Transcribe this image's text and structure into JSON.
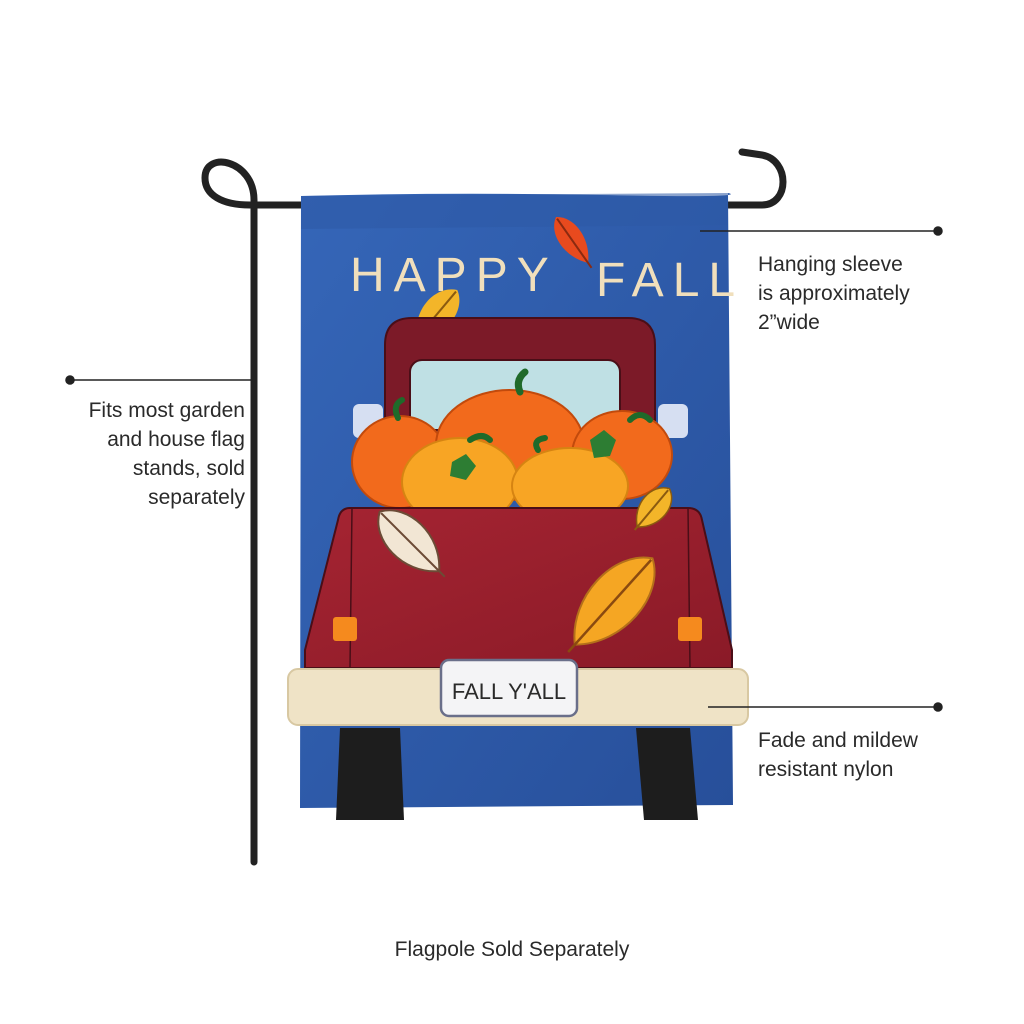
{
  "flag": {
    "headline_word_1": "HAPPY",
    "headline_word_2": "FALL",
    "license_plate": "FALL Y'ALL"
  },
  "callouts": {
    "stand": [
      "Fits most garden",
      "and house flag",
      "stands, sold",
      "separately"
    ],
    "sleeve": [
      "Hanging sleeve",
      "is approximately",
      "2”wide"
    ],
    "nylon": [
      "Fade and mildew",
      "resistant nylon"
    ]
  },
  "footer": {
    "caption": "Flagpole Sold Separately"
  },
  "colors": {
    "sky_blue": "#2f5fae",
    "truck_red": "#9a1f2c",
    "cab_maroon": "#7c1a28",
    "pumpkin_orange": "#f26a1c",
    "pumpkin_yellow": "#f8a524",
    "leaf_gold": "#f3b529",
    "bumper_cream": "#efe3c6",
    "tire_black": "#1d1d1d",
    "pole_black": "#222222"
  },
  "icons": [
    "leaf-icon",
    "pumpkin-icon",
    "truck-illustration",
    "flag-stand-icon"
  ]
}
